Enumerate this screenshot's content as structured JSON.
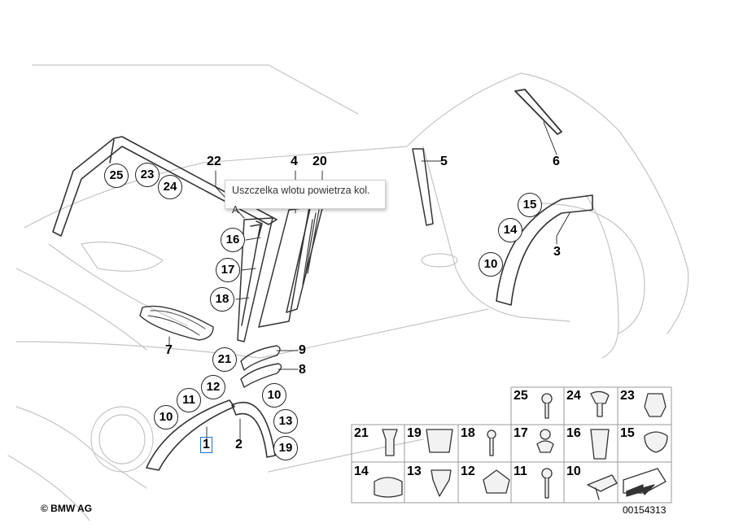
{
  "tooltip_text": "Uszczelka wlotu powietrza kol. A",
  "callouts": {
    "c25": "25",
    "c23": "23",
    "c24": "24",
    "c16": "16",
    "c17": "17",
    "c18": "18",
    "c21": "21",
    "c12": "12",
    "c11": "11",
    "c10a": "10",
    "c10b": "10",
    "c13": "13",
    "c19": "19",
    "c15": "15",
    "c14": "14",
    "c10c": "10"
  },
  "plain_labels": {
    "p22": "22",
    "p4": "4",
    "p20": "20",
    "p5": "5",
    "p6": "6",
    "p3": "3",
    "p7": "7",
    "p9": "9",
    "p8": "8",
    "p1": "1",
    "p2": "2"
  },
  "parts_grid": {
    "row1": [
      "25",
      "24",
      "23"
    ],
    "row2": [
      "21",
      "19",
      "18",
      "17",
      "16",
      "15"
    ],
    "row3": [
      "14",
      "13",
      "12",
      "11",
      "10"
    ]
  },
  "footer": {
    "copyright": "© BMW AG",
    "diagram_id": "00154313"
  },
  "colors": {
    "selection": "#1a6fd6",
    "line": "#222222",
    "sketch": "#bdbdbd"
  }
}
